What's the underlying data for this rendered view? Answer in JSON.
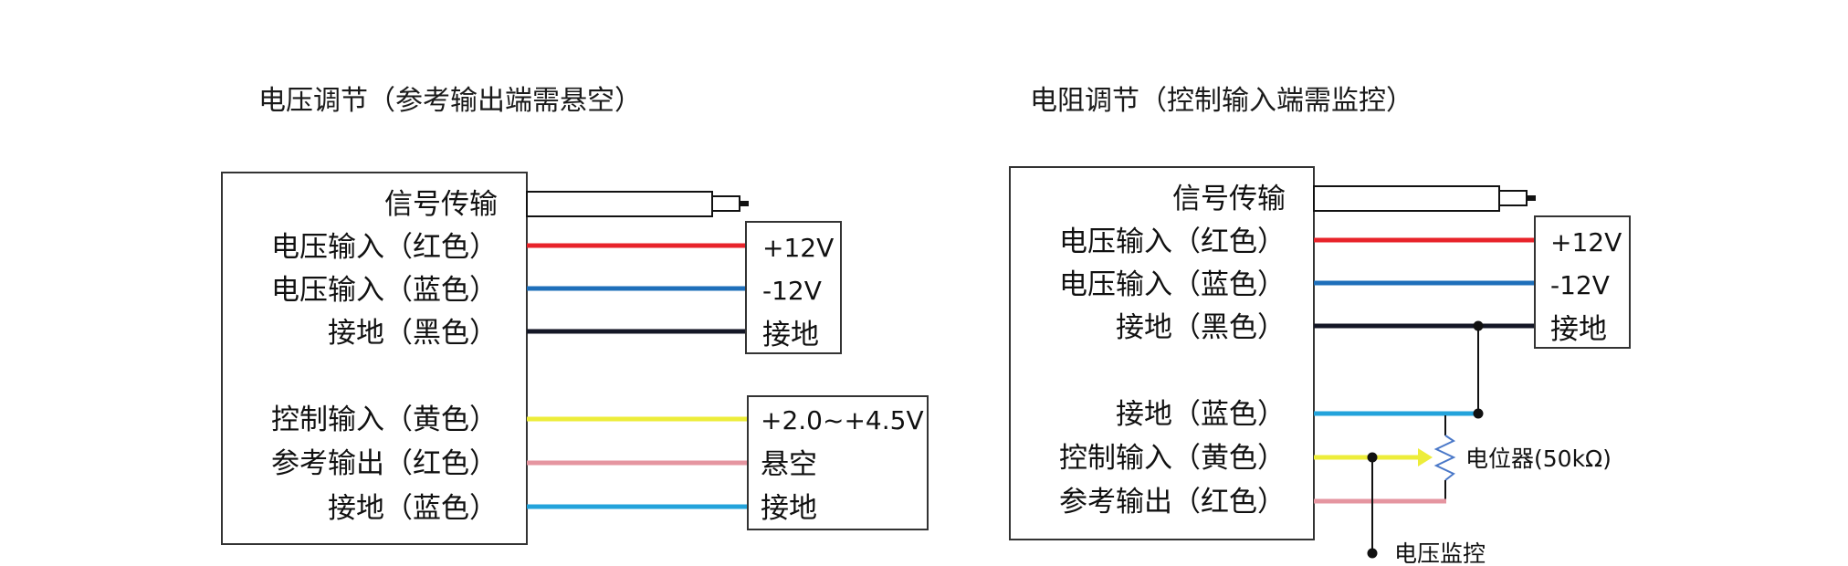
{
  "colors": {
    "red": "#e8232a",
    "blue": "#1e6fba",
    "black": "#141726",
    "yellow": "#eded3a",
    "pink": "#e595a0",
    "light_blue": "#23a3db",
    "resistor": "#4a78c8"
  },
  "left_diagram": {
    "title": "电压调节（参考输出端需悬空）",
    "device_labels": [
      "信号传输",
      "电压输入（红色）",
      "电压输入（蓝色）",
      "接地（黑色）",
      "控制输入（黄色）",
      "参考输出（红色）",
      "接地（蓝色）"
    ],
    "power_box": [
      "+12V",
      "-12V",
      "接地"
    ],
    "control_box": [
      "+2.0~+4.5V",
      "悬空",
      "接地"
    ]
  },
  "right_diagram": {
    "title": "电阻调节（控制输入端需监控）",
    "device_labels": [
      "信号传输",
      "电压输入（红色）",
      "电压输入（蓝色）",
      "接地（黑色）",
      "接地（蓝色）",
      "控制输入（黄色）",
      "参考输出（红色）"
    ],
    "power_box": [
      "+12V",
      "-12V",
      "接地"
    ],
    "potentiometer_label": "电位器(50kΩ)",
    "monitor_label": "电压监控"
  }
}
